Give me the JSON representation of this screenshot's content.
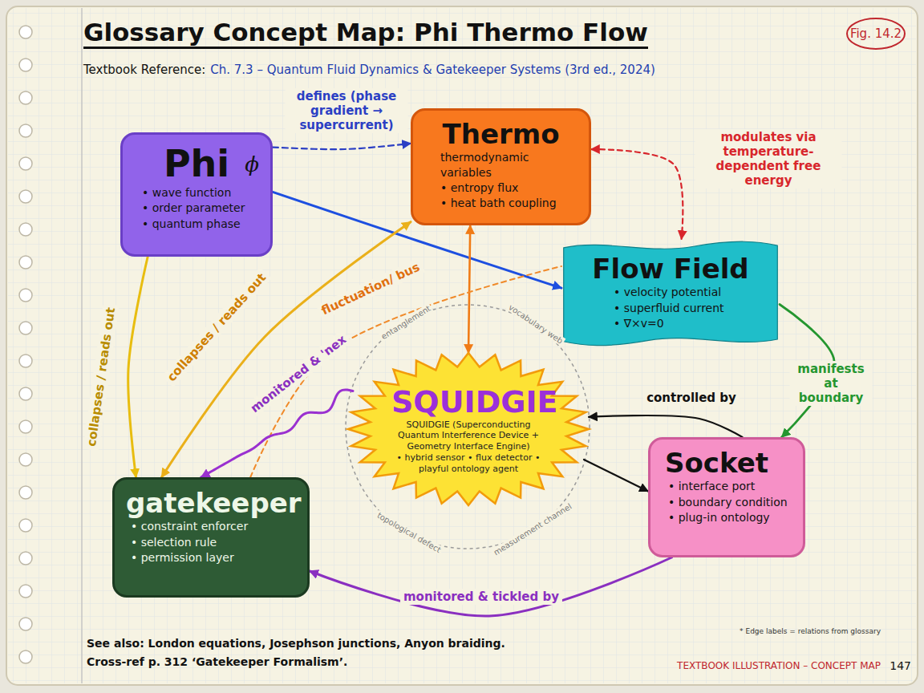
{
  "diagram": {
    "title": "Glossary Concept Map: Phi Thermo Flow",
    "nodes": [
      {
        "text": [
          "Phi",
          "ϕ",
          "• wave function",
          "• order parameter",
          "• quantum phase"
        ]
      },
      {
        "text": [
          "Thermo",
          "thermodynamic variables",
          "• entropy flux",
          "• heat bath coupling"
        ]
      },
      {
        "text": [
          "Flow Field",
          "• velocity potential",
          "• superfluid current",
          "• ∇×v=0"
        ]
      },
      {
        "text": [
          "SQUIDGIE",
          "SQUIDGIE (Superconducting Quantum Interference Device + Geometry Interface Engine)",
          "• hybrid sensor • flux detector • playful ontology agent"
        ]
      },
      {
        "text": [
          "Socket",
          "• interface port",
          "• boundary condition",
          "• plug-in ontology"
        ]
      },
      {
        "text": [
          "gatekeeper",
          "• constraint enforcer",
          "• selection rule",
          "• permission layer"
        ]
      }
    ],
    "edges": [
      {
        "from": 0,
        "to": 1,
        "label": "defines (phase gradient → supercurrent)",
        "arrow": "to"
      },
      {
        "from": 0,
        "to": 2,
        "arrow": "to"
      },
      {
        "from": 1,
        "to": 2,
        "label": "modulates via temperature-dependent free energy",
        "arrow": "both"
      },
      {
        "from": 1,
        "to": 3,
        "arrow": "both"
      },
      {
        "from": 2,
        "to": 4,
        "label": "manifests at boundary",
        "arrow": "to"
      },
      {
        "from": 4,
        "to": 3,
        "label": "controlled by",
        "arrow": "to"
      },
      {
        "from": 3,
        "to": 4,
        "arrow": "to"
      },
      {
        "from": 4,
        "to": 5,
        "label": "monitored & tickled by",
        "arrow": "to"
      },
      {
        "from": 0,
        "to": 5,
        "label": "collapses / reads out",
        "arrow": "to"
      },
      {
        "from": 5,
        "to": 1,
        "label": "collapses / reads out",
        "arrow": "both"
      },
      {
        "from": 5,
        "to": 2,
        "label": "fluctuation/ bus",
        "arrow": "none"
      },
      {
        "from": 3,
        "to": 5,
        "label": "monitored & 'nex",
        "arrow": "to"
      }
    ],
    "labels": [
      "Textbook Reference:",
      "Ch. 7.3 – Quantum Fluid Dynamics & Gatekeeper Systems (3rd ed., 2024)",
      "Fig. 14.2",
      "entanglement",
      "vocabulary web",
      "measurement channel",
      "topological defect",
      "See also: London equations, Josephson junctions, Anyon braiding.",
      "Cross-ref p. 312 ‘Gatekeeper Formalism’.",
      "* Edge labels = relations from glossary",
      "TEXTBOOK ILLUSTRATION – CONCEPT MAP",
      "147"
    ]
  }
}
